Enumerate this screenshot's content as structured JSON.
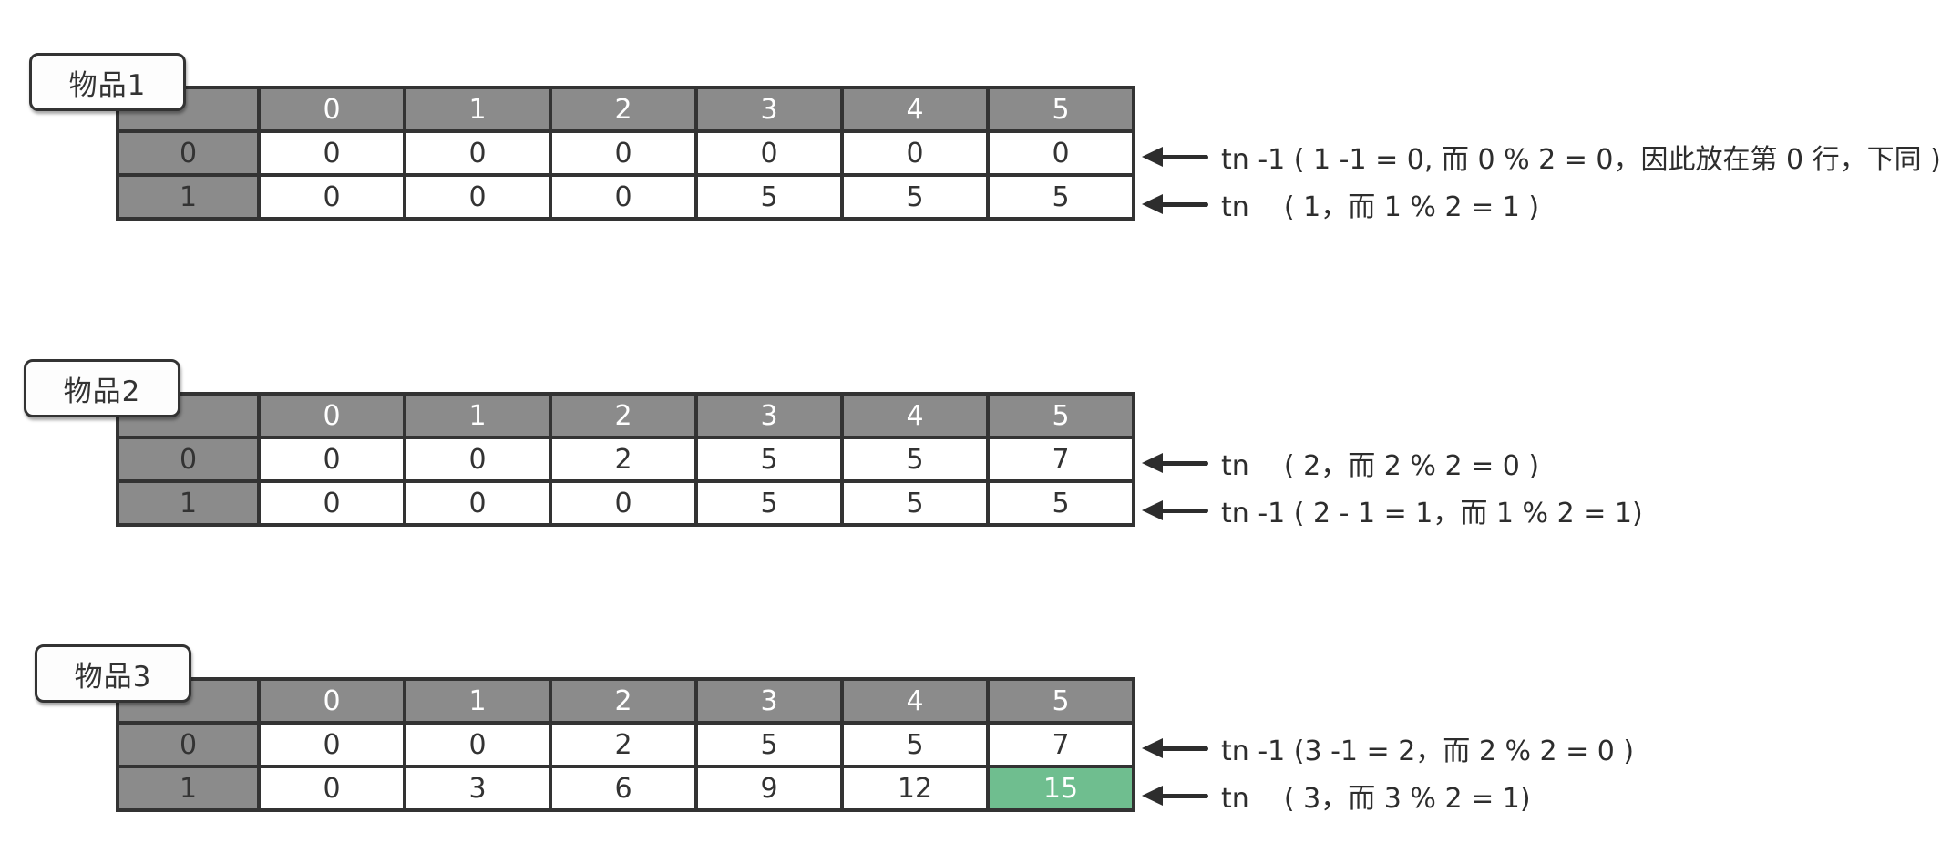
{
  "colors": {
    "header_gray": "#8b8b8b",
    "cell_border": "#333333",
    "highlight_green": "#6fbe8f",
    "ink": "#2d2d2d",
    "badge_background": "#fdfdfd",
    "page_background": "#ffffff"
  },
  "tables": [
    {
      "label": "物品1",
      "col_headers": [
        "0",
        "1",
        "2",
        "3",
        "4",
        "5"
      ],
      "rows": [
        {
          "header": "0",
          "cells": [
            "0",
            "0",
            "0",
            "0",
            "0",
            "0"
          ],
          "annotation": "tn -1 ( 1 -1 = 0, 而 0 % 2 = 0，因此放在第 0 行，下同 )",
          "highlight_col": null
        },
        {
          "header": "1",
          "cells": [
            "0",
            "0",
            "0",
            "5",
            "5",
            "5"
          ],
          "annotation": "tn    ( 1，而 1 % 2 = 1 )",
          "highlight_col": null
        }
      ]
    },
    {
      "label": "物品2",
      "col_headers": [
        "0",
        "1",
        "2",
        "3",
        "4",
        "5"
      ],
      "rows": [
        {
          "header": "0",
          "cells": [
            "0",
            "0",
            "2",
            "5",
            "5",
            "7"
          ],
          "annotation": "tn    ( 2，而 2 % 2 = 0 )",
          "highlight_col": null
        },
        {
          "header": "1",
          "cells": [
            "0",
            "0",
            "0",
            "5",
            "5",
            "5"
          ],
          "annotation": "tn -1 ( 2 - 1 = 1，而 1 % 2 = 1)",
          "highlight_col": null
        }
      ]
    },
    {
      "label": "物品3",
      "col_headers": [
        "0",
        "1",
        "2",
        "3",
        "4",
        "5"
      ],
      "rows": [
        {
          "header": "0",
          "cells": [
            "0",
            "0",
            "2",
            "5",
            "5",
            "7"
          ],
          "annotation": "tn -1 (3 -1 = 2，而 2 % 2 = 0 )",
          "highlight_col": null
        },
        {
          "header": "1",
          "cells": [
            "0",
            "3",
            "6",
            "9",
            "12",
            "15"
          ],
          "annotation": "tn    ( 3，而 3 % 2 = 1)",
          "highlight_col": 5
        }
      ]
    }
  ]
}
